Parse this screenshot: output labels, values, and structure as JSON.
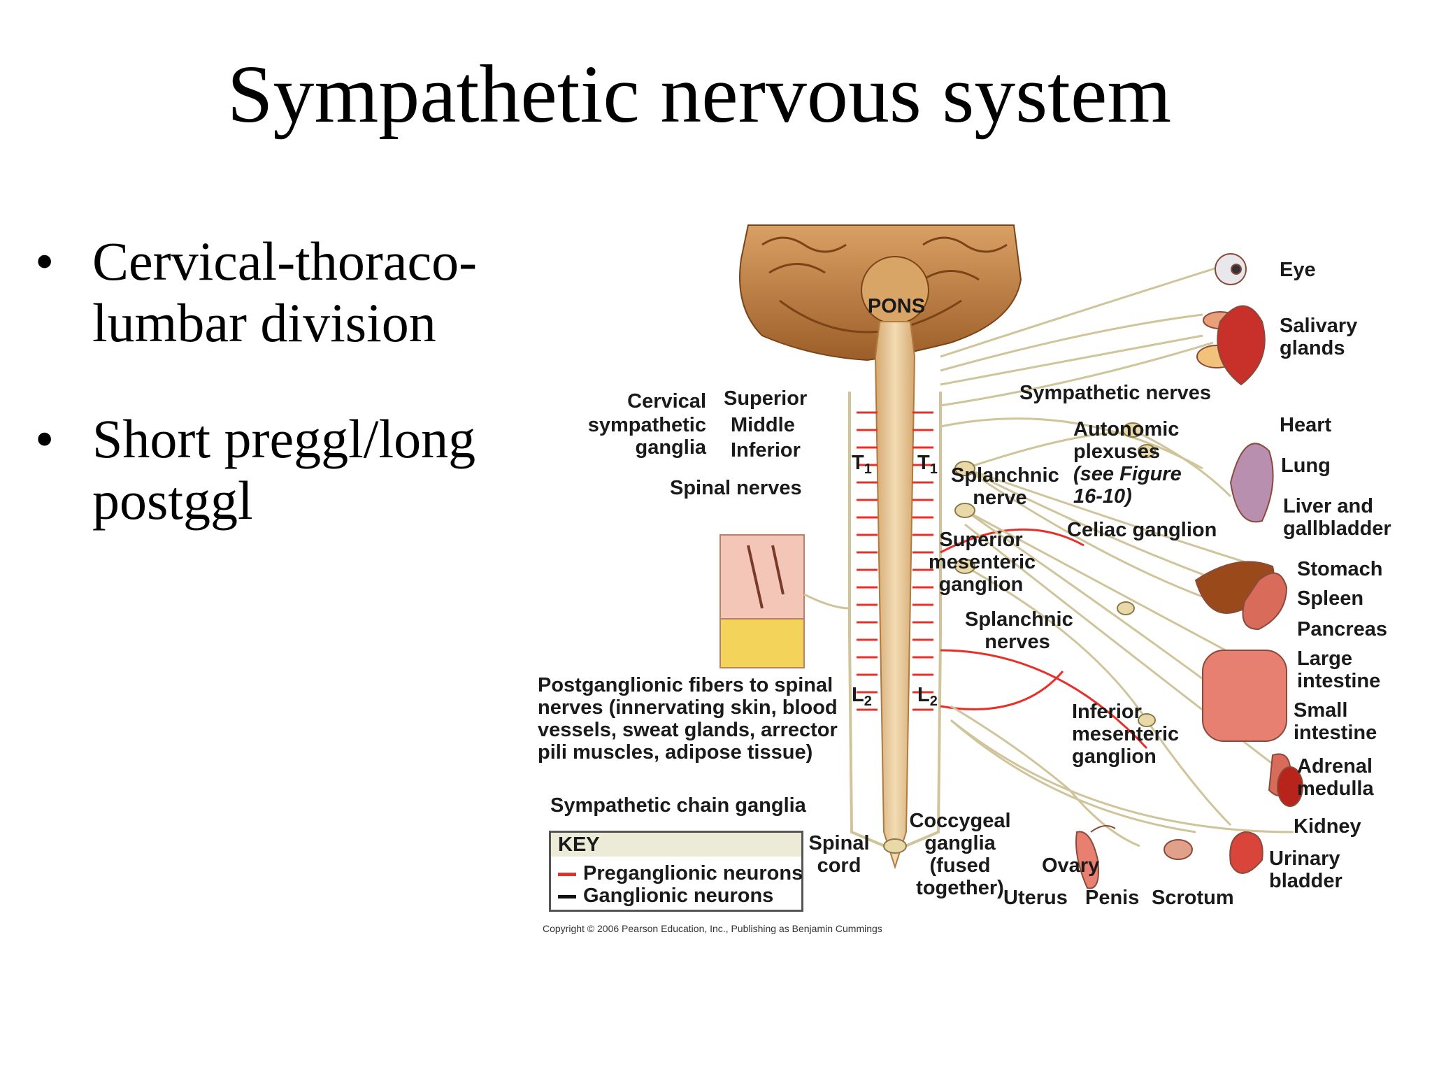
{
  "slide": {
    "title": "Sympathetic nervous system",
    "bullets": [
      {
        "marker": "•",
        "line1": "Cervical-thoraco-",
        "line2": "lumbar division"
      },
      {
        "marker": "•",
        "line1": "Short preggl/long",
        "line2": "postggl"
      }
    ]
  },
  "figure": {
    "pons": "PONS",
    "cervical_group": [
      "Cervical",
      "sympathetic",
      "ganglia"
    ],
    "superior": "Superior",
    "middle": "Middle",
    "inferior": "Inferior",
    "t1": "T",
    "t1_sub": "1",
    "l2": "L",
    "l2_sub": "2",
    "spinal_nerves": "Spinal nerves",
    "postganglionic": [
      "Postganglionic fibers to spinal",
      "nerves (innervating skin, blood",
      "vessels, sweat glands, arrector",
      "pili muscles, adipose tissue)"
    ],
    "chain_ganglia": "Sympathetic chain ganglia",
    "spinal_cord": [
      "Spinal",
      "cord"
    ],
    "coccygeal": [
      "Coccygeal",
      "ganglia",
      "(fused",
      "together)"
    ],
    "sympathetic_nerves": "Sympathetic nerves",
    "autonomic": [
      "Autonomic",
      "plexuses"
    ],
    "see_figure": [
      "(see Figure",
      "16-10)"
    ],
    "splanchnic_nerve": [
      "Splanchnic",
      "nerve"
    ],
    "celiac": "Celiac ganglion",
    "superior_mesenteric": [
      "Superior",
      "mesenteric",
      "ganglion"
    ],
    "splanchnic_nerves": [
      "Splanchnic",
      "nerves"
    ],
    "inferior_mesenteric": [
      "Inferior",
      "mesenteric",
      "ganglion"
    ],
    "organs": {
      "eye": "Eye",
      "salivary": [
        "Salivary",
        "glands"
      ],
      "heart": "Heart",
      "lung": "Lung",
      "liver": [
        "Liver and",
        "gallbladder"
      ],
      "stomach": "Stomach",
      "spleen": "Spleen",
      "pancreas": "Pancreas",
      "large_intestine": [
        "Large",
        "intestine"
      ],
      "small_intestine": [
        "Small",
        "intestine"
      ],
      "adrenal": [
        "Adrenal",
        "medulla"
      ],
      "kidney": "Kidney",
      "bladder": [
        "Urinary",
        "bladder"
      ],
      "uterus": "Uterus",
      "ovary": "Ovary",
      "penis": "Penis",
      "scrotum": "Scrotum"
    },
    "key": {
      "title": "KEY",
      "pre": "Preganglionic neurons",
      "post": "Ganglionic neurons",
      "pre_color": "#e8302a",
      "post_color": "#111111"
    },
    "copyright": "Copyright © 2006 Pearson Education, Inc., Publishing as Benjamin Cummings"
  },
  "colors": {
    "brain": "#b9773a",
    "cord": "#e8c48f",
    "preganglionic": "#e8302a",
    "postganglionic": "#cfc49a"
  }
}
